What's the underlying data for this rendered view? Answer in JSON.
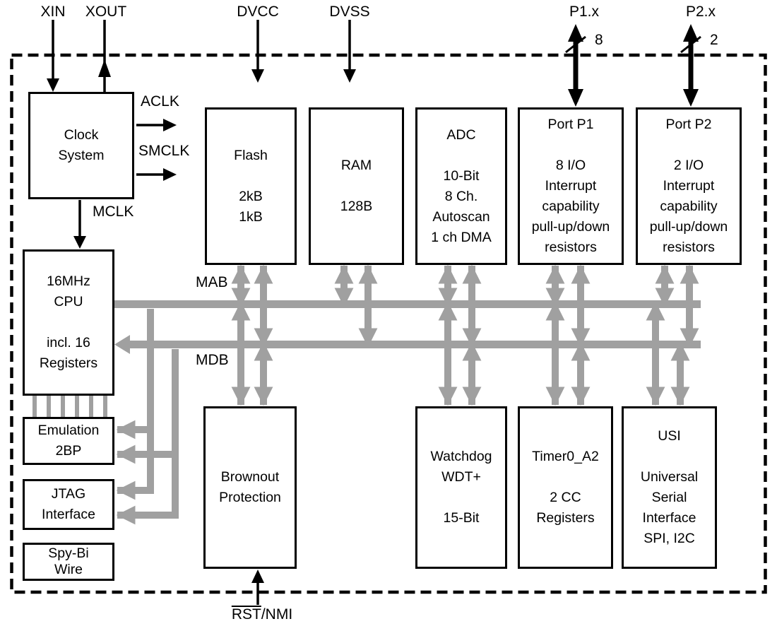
{
  "pins": {
    "xin": {
      "label": "XIN"
    },
    "xout": {
      "label": "XOUT"
    },
    "dvcc": {
      "label": "DVCC"
    },
    "dvss": {
      "label": "DVSS"
    },
    "p1x": {
      "label": "P1.x",
      "width": "8"
    },
    "p2x": {
      "label": "P2.x",
      "width": "2"
    },
    "rst": {
      "label_overlined": "RST",
      "label_rest": "/NMI"
    }
  },
  "clock_signals": {
    "aclk": "ACLK",
    "smclk": "SMCLK",
    "mclk": "MCLK"
  },
  "buses": {
    "mab": "MAB",
    "mdb": "MDB"
  },
  "blocks": {
    "clock_system": {
      "text": "Clock\nSystem"
    },
    "flash": {
      "text": "Flash\n\n2kB\n1kB"
    },
    "ram": {
      "text": "RAM\n\n128B"
    },
    "adc": {
      "text": "ADC\n\n10-Bit\n8 Ch.\nAutoscan\n1 ch DMA"
    },
    "port_p1": {
      "text": "Port P1\n\n8 I/O\nInterrupt\ncapability\npull-up/down\nresistors"
    },
    "port_p2": {
      "text": "Port P2\n\n2 I/O\nInterrupt\ncapability\npull-up/down\nresistors"
    },
    "cpu": {
      "text": "16MHz\nCPU\n\nincl. 16\nRegisters"
    },
    "emulation": {
      "text": "Emulation\n2BP"
    },
    "jtag": {
      "text": "JTAG\nInterface"
    },
    "spy_bi_wire": {
      "text": "Spy-Bi\nWire"
    },
    "brownout": {
      "text": "Brownout\nProtection"
    },
    "watchdog": {
      "text": "Watchdog\nWDT+\n\n15-Bit"
    },
    "timer0_a2": {
      "text": "Timer0_A2\n\n2 CC\nRegisters"
    },
    "usi": {
      "text": "USI\n\nUniversal\nSerial\nInterface\nSPI, I2C"
    }
  },
  "colors": {
    "line_black": "#000000",
    "bus_gray": "#a0a0a0",
    "background": "#ffffff"
  }
}
